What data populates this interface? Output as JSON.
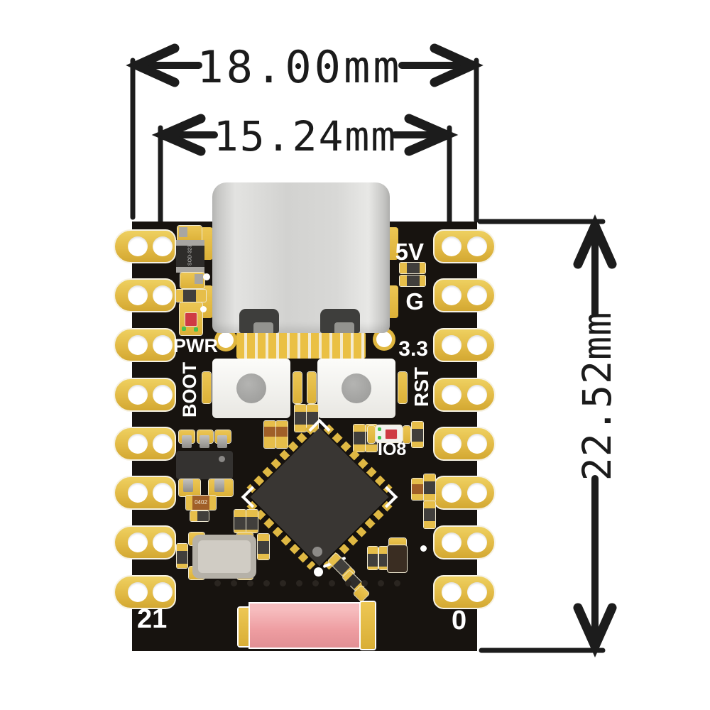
{
  "dimensions": {
    "outer_width": "18.00mm",
    "inner_width": "15.24mm",
    "height": "22.52mm"
  },
  "board": {
    "pins_per_side": 8,
    "silkscreen_labels": {
      "v5": "5V",
      "gnd": "G",
      "v33": "3.3",
      "rst": "RST",
      "pwr": "PWR",
      "boot": "BOOT",
      "io8": "IO8",
      "pin_left_bottom": "21",
      "pin_right_bottom": "0"
    },
    "component_markings": {
      "diode": "SOD-323",
      "capacitor": "0402"
    },
    "colors": {
      "pcb": "#17130f",
      "pad_gold": "#e2ba45",
      "usb_shell": "#d4d4d2",
      "button": "#f4f3f1",
      "chip": "#393633",
      "antenna_pink": "#ee9da1",
      "led_red": "#cf3a44",
      "led_green": "#46c24e",
      "dimension_ink": "#1c1c1c",
      "silkscreen": "#ffffff"
    }
  }
}
